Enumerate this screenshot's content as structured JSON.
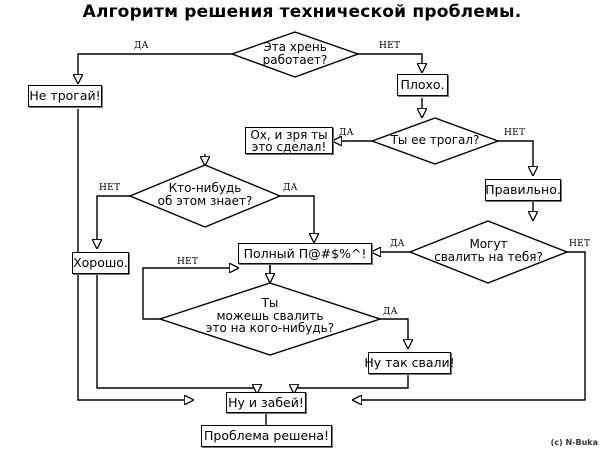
{
  "title": "Алгоритм решения технической проблемы.",
  "credit": "(c) N-Buka",
  "labels": {
    "yes": "ДА",
    "no": "НЕТ"
  },
  "nodes": {
    "q_works": {
      "type": "decision",
      "line1": "Эта хрень",
      "line2": "работает?"
    },
    "dont_touch": {
      "type": "process",
      "text": "Не трогай!"
    },
    "bad": {
      "type": "process",
      "text": "Плохо."
    },
    "q_touched": {
      "type": "decision",
      "line1": "Ты ее трогал?",
      "line2": ""
    },
    "oh_invain": {
      "type": "process",
      "line1": "Ох, и зря ты",
      "line2": "это сделал!"
    },
    "correct": {
      "type": "process",
      "text": "Правильно."
    },
    "q_anyone_knows": {
      "type": "decision",
      "line1": "Кто-нибудь",
      "line2": "об этом знает?"
    },
    "q_blame_you": {
      "type": "decision",
      "line1": "Могут",
      "line2": "свалить на тебя?"
    },
    "good": {
      "type": "process",
      "text": "Хорошо."
    },
    "total_mess": {
      "type": "process",
      "text": "Полный П@#$%^!"
    },
    "q_can_blame": {
      "type": "decision",
      "line1": "Ты",
      "line2": "можешь свалить",
      "line3": "это на  кого-нибудь?"
    },
    "dump_it": {
      "type": "process",
      "text": "Ну так свали!"
    },
    "forget_it": {
      "type": "process",
      "text": "Ну и забей!"
    },
    "solved": {
      "type": "process",
      "text": "Проблема решена!"
    }
  },
  "edge_labels": [
    {
      "id": "works-yes",
      "text": "ДА"
    },
    {
      "id": "works-no",
      "text": "НЕТ"
    },
    {
      "id": "touched-yes",
      "text": "ДА"
    },
    {
      "id": "touched-no",
      "text": "НЕТ"
    },
    {
      "id": "knows-no",
      "text": "НЕТ"
    },
    {
      "id": "knows-yes",
      "text": "ДА"
    },
    {
      "id": "blameyou-yes",
      "text": "ДА"
    },
    {
      "id": "blameyou-no",
      "text": "НЕТ"
    },
    {
      "id": "canblame-no",
      "text": "НЕТ"
    },
    {
      "id": "canblame-yes",
      "text": "ДА"
    }
  ],
  "colors": {
    "line": "#000000",
    "background": "#ffffff",
    "text": "#000000",
    "shadow": "#777777"
  }
}
